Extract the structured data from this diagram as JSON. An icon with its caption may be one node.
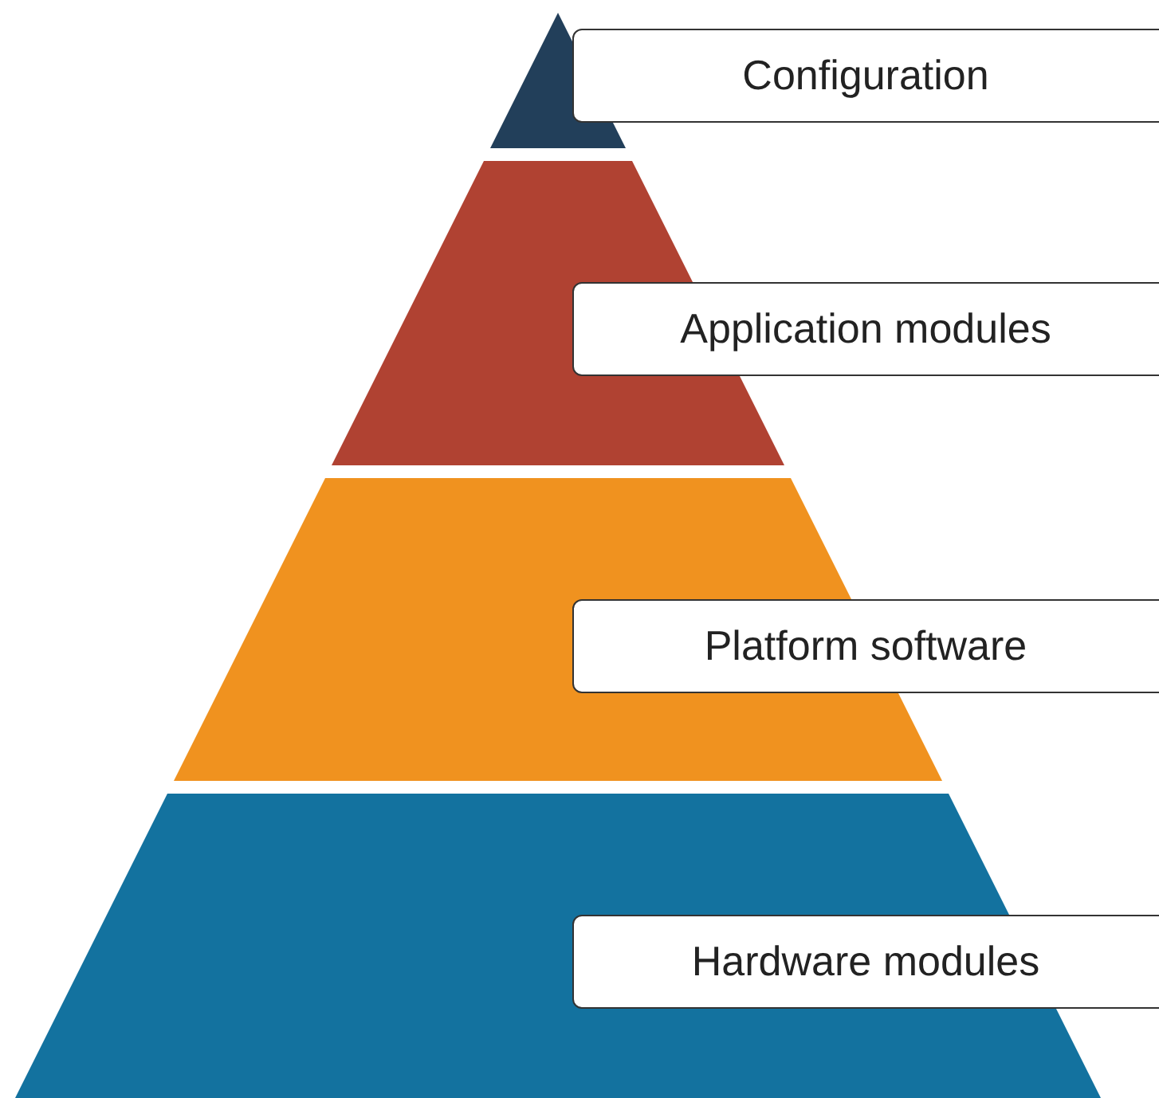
{
  "diagram": {
    "nodes": [
      {
        "text": [
          "Configuration"
        ]
      },
      {
        "text": [
          "Application modules"
        ]
      },
      {
        "text": [
          "Platform software"
        ]
      },
      {
        "text": [
          "Hardware modules"
        ]
      }
    ]
  }
}
